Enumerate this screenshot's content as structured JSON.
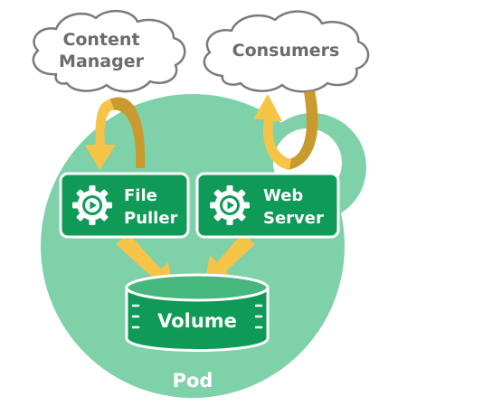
{
  "clouds": {
    "content_manager": {
      "line1": "Content",
      "line2": "Manager"
    },
    "consumers": {
      "label": "Consumers"
    }
  },
  "containers": {
    "file_puller": {
      "line1": "File",
      "line2": "Puller"
    },
    "web_server": {
      "line1": "Web",
      "line2": "Server"
    }
  },
  "volume": {
    "label": "Volume"
  },
  "pod": {
    "label": "Pod"
  },
  "colors": {
    "pod_fill": "#7fd1aa",
    "container_fill": "#0f9a57",
    "container_border": "#ffffff",
    "arrow_light": "#f6c548",
    "arrow_dark": "#c99a2e",
    "cloud_stroke": "#7a7a7a"
  },
  "icons": [
    "gear-play-icon",
    "gear-play-icon"
  ]
}
